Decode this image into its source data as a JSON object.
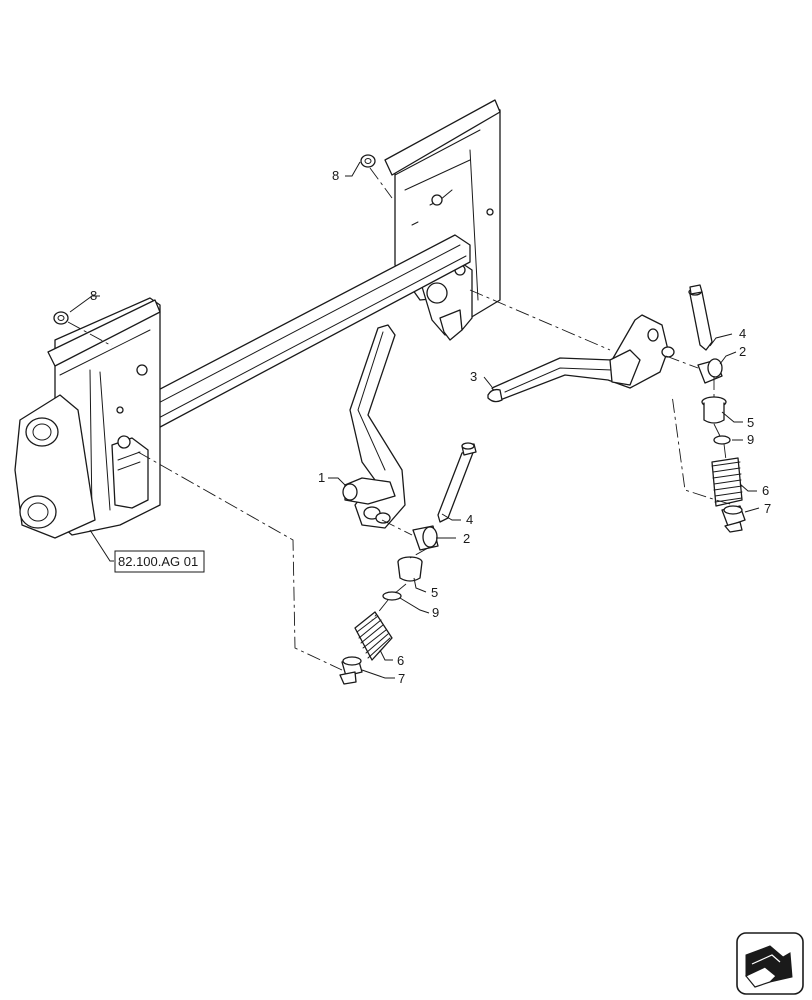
{
  "diagram": {
    "reference_box": "82.100.AG 01",
    "callouts": {
      "c1": "1",
      "c2a": "2",
      "c2b": "2",
      "c3": "3",
      "c4a": "4",
      "c4b": "4",
      "c5a": "5",
      "c5b": "5",
      "c6a": "6",
      "c6b": "6",
      "c7a": "7",
      "c7b": "7",
      "c8a": "8",
      "c8b": "8",
      "c9a": "9",
      "c9b": "9"
    },
    "nav_icon": "next-page-arrow-icon"
  }
}
